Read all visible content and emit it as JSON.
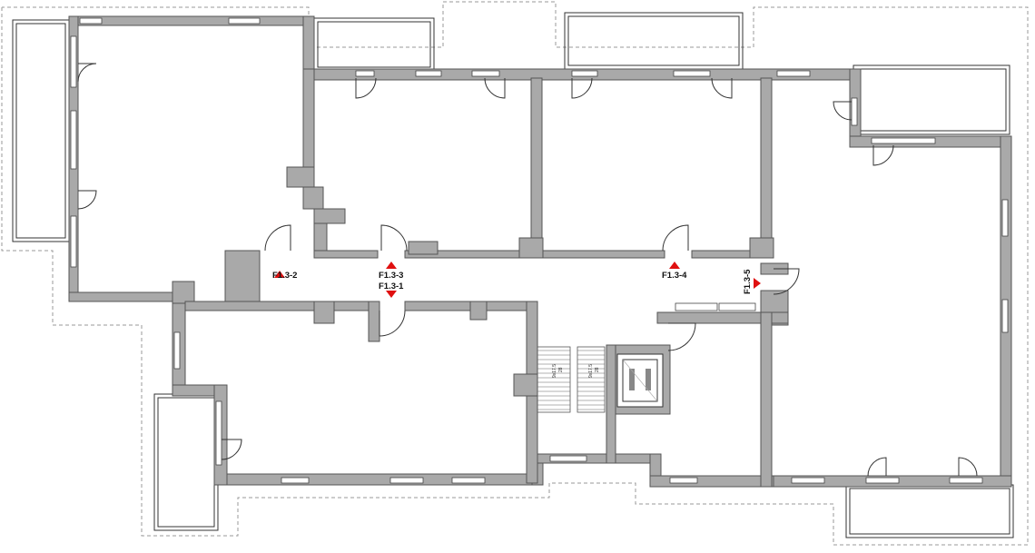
{
  "plan": {
    "markers": [
      {
        "id": "F1.3-1",
        "direction": "down"
      },
      {
        "id": "F1.3-2",
        "direction": "up"
      },
      {
        "id": "F1.3-3",
        "direction": "up"
      },
      {
        "id": "F1.3-4",
        "direction": "up"
      },
      {
        "id": "F1.3-5",
        "direction": "right"
      }
    ],
    "stairs": [
      {
        "label": "9x17.5",
        "sub": "28"
      },
      {
        "label": "9x17.5",
        "sub": "28"
      }
    ],
    "colors": {
      "wall": "#a9a9a9",
      "marker": "#e01010",
      "outline": "#9a9a9a"
    }
  }
}
